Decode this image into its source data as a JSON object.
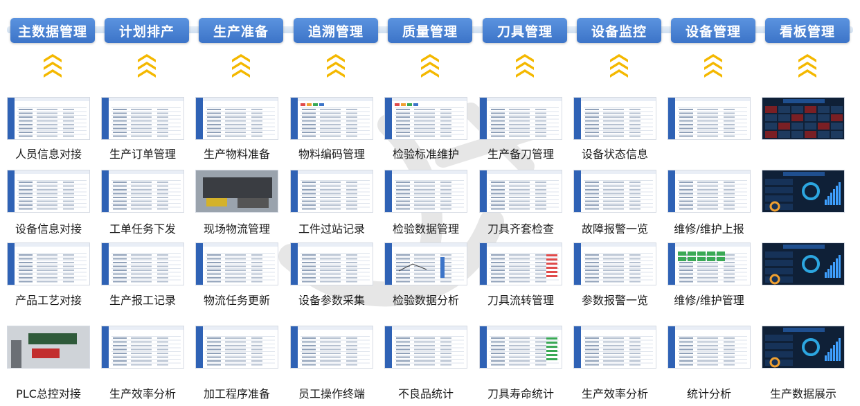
{
  "categories": [
    {
      "title": "主数据管理",
      "items": [
        "人员信息对接",
        "设备信息对接",
        "产品工艺对接",
        "PLC总控对接"
      ]
    },
    {
      "title": "计划排产",
      "items": [
        "生产订单管理",
        "工单任务下发",
        "生产报工记录",
        "生产效率分析"
      ]
    },
    {
      "title": "生产准备",
      "items": [
        "生产物料准备",
        "现场物流管理",
        "物流任务更新",
        "加工程序准备"
      ]
    },
    {
      "title": "追溯管理",
      "items": [
        "物料编码管理",
        "工件过站记录",
        "设备参数采集",
        "员工操作终端"
      ]
    },
    {
      "title": "质量管理",
      "items": [
        "检验标准维护",
        "检验数据管理",
        "检验数据分析",
        "不良品统计"
      ]
    },
    {
      "title": "刀具管理",
      "items": [
        "生产备刀管理",
        "刀具齐套检查",
        "刀具流转管理",
        "刀具寿命统计"
      ]
    },
    {
      "title": "设备监控",
      "items": [
        "设备状态信息",
        "故障报警一览",
        "参数报警一览",
        "生产效率分析"
      ]
    },
    {
      "title": "设备管理",
      "items": [
        "",
        "维修/维护上报",
        "维修/维护管理",
        "统计分析"
      ]
    },
    {
      "title": "看板管理",
      "items": [
        "",
        "",
        "",
        "生产数据展示"
      ]
    }
  ],
  "colors": {
    "accent": "#3c74c8",
    "chevron": "#f4b800",
    "dashboard": "#0f2037"
  }
}
